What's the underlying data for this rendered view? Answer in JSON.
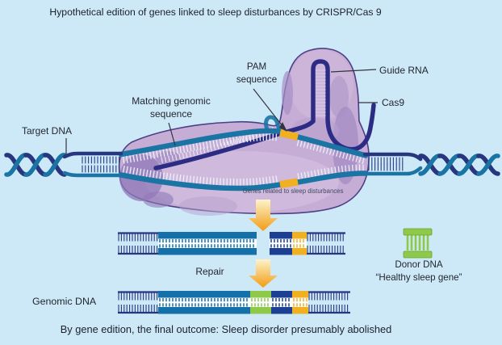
{
  "title": "Hypothetical edition of genes linked to sleep disturbances by CRISPR/Cas 9",
  "caption": "By gene edition, the final outcome: Sleep disorder presumably abolished",
  "labels": {
    "target_dna": "Target DNA",
    "matching_genomic_line1": "Matching genomic",
    "matching_genomic_line2": "sequence",
    "pam_line1": "PAM",
    "pam_line2": "sequence",
    "guide_rna": "Guide RNA",
    "cas9": "Cas9",
    "genes_note": "Genes related to sleep disturbances",
    "repair": "Repair",
    "donor_dna": "Donor DNA",
    "healthy_gene": "“Healthy sleep gene”",
    "genomic_dna": "Genomic DNA"
  },
  "colors": {
    "background": "#cde9f8",
    "cas9_body": "#c6add5",
    "cas9_outline": "#4d3f85",
    "cas9_patch": "#8f7ab8",
    "dna_teal": "#1a74a4",
    "dna_navy": "#28357f",
    "guide_rna_navy": "#2d2c85",
    "segment_teal": "#1470a8",
    "segment_navy": "#1c3f94",
    "pam_yellow": "#f0b01f",
    "donor_green": "#8ec949",
    "arrow_orange": "#f29c13",
    "arrow_light": "#fdf3cb"
  }
}
